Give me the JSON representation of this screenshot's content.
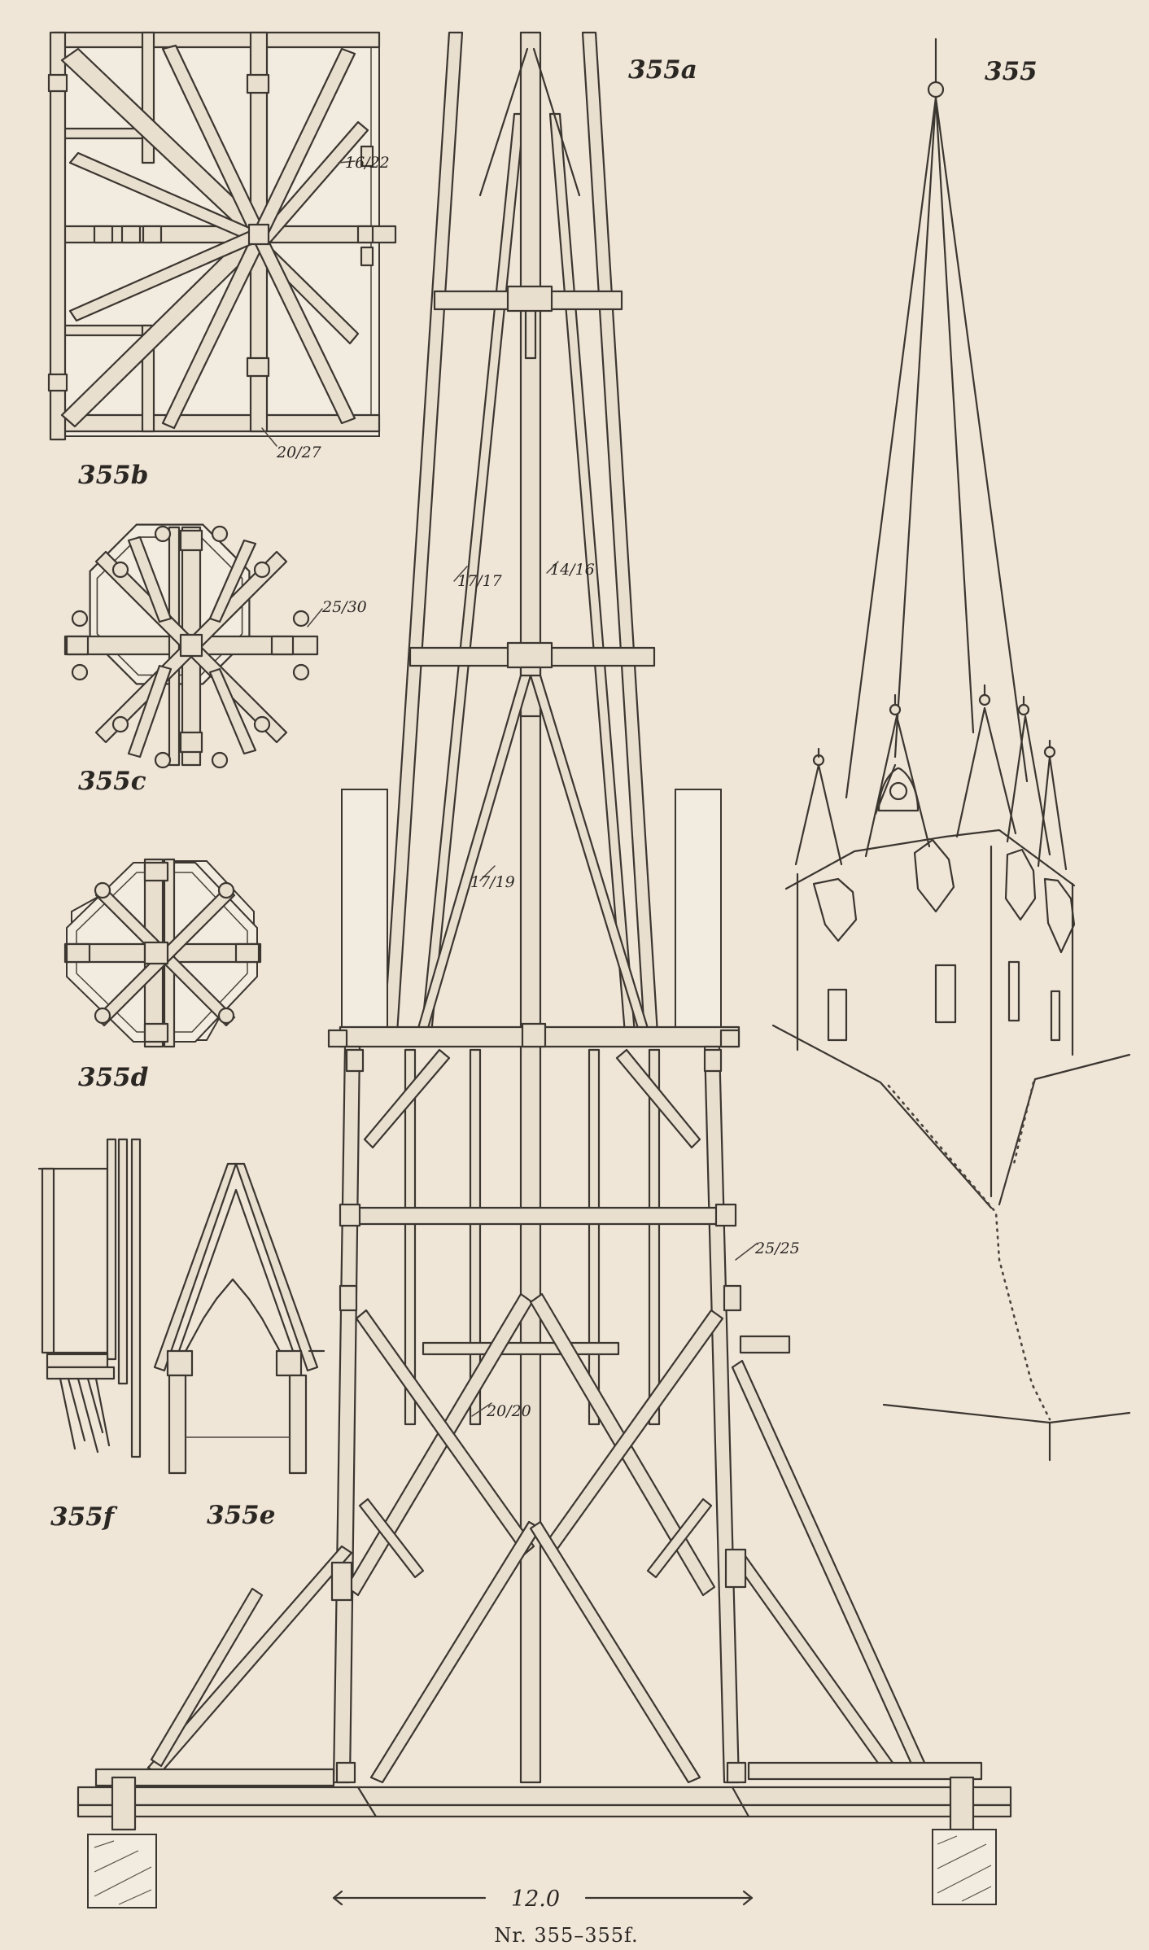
{
  "plate": {
    "background": "#efe6d8",
    "ink": "#3b3630"
  },
  "labels": {
    "fig_355": "355",
    "fig_355a": "355a",
    "fig_355b": "355b",
    "fig_355c": "355c",
    "fig_355d": "355d",
    "fig_355e": "355e",
    "fig_355f": "355f"
  },
  "dimensions": {
    "dim_b_upper": "16/22",
    "dim_b_lower": "20/27",
    "dim_c": "25/30",
    "dim_a_1": "17/17",
    "dim_a_2": "14/16",
    "dim_a_3": "17/19",
    "dim_a_4": "20/20",
    "dim_a_5": "25/25"
  },
  "scale": {
    "value": "12.0"
  },
  "caption": "Nr. 355–355f."
}
